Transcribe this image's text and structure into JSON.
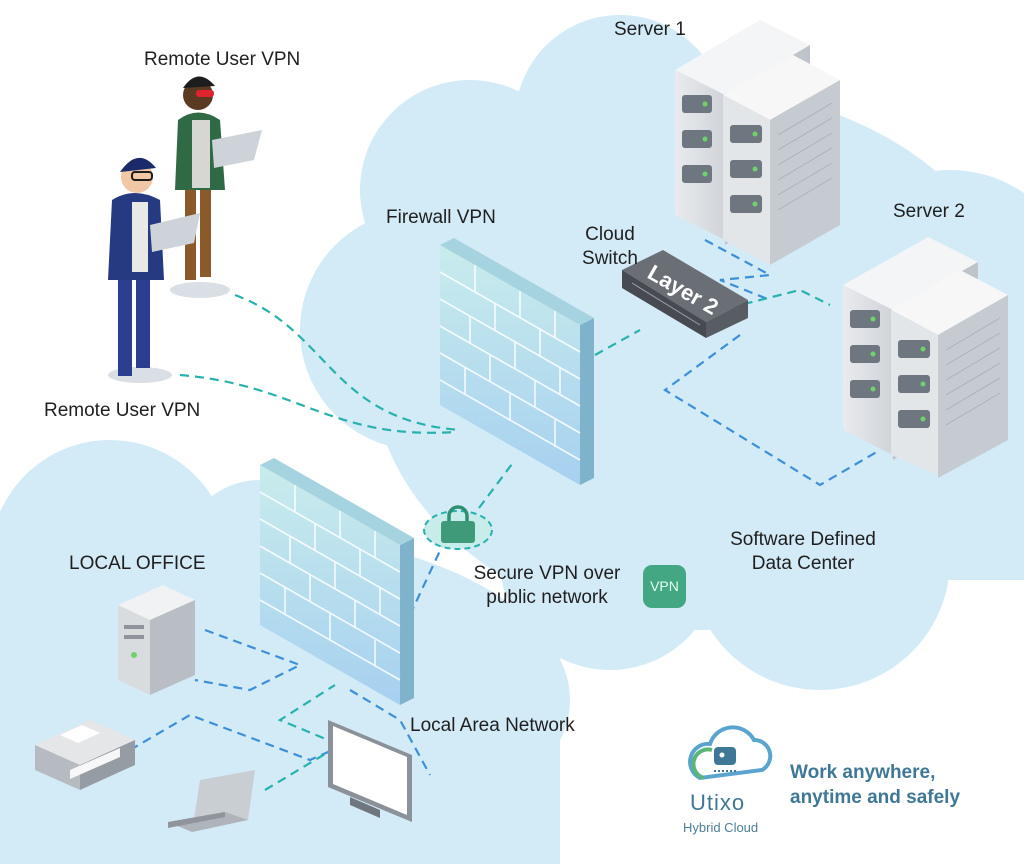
{
  "labels": {
    "server1": "Server 1",
    "server2": "Server 2",
    "remote_user_top": "Remote User VPN",
    "remote_user_bottom": "Remote User VPN",
    "firewall_vpn": "Firewall VPN",
    "cloud_switch_line1": "Cloud",
    "cloud_switch_line2": "Switch",
    "switch_tag": "Layer 2",
    "local_office": "LOCAL OFFICE",
    "secure_vpn_line1": "Secure VPN over",
    "secure_vpn_line2": "public network",
    "vpn_badge": "VPN",
    "sddc_line1": "Software Defined",
    "sddc_line2": "Data Center",
    "lan": "Local Area Network"
  },
  "brand": {
    "name": "Utixo",
    "subtitle": "Hybrid Cloud",
    "tagline_line1": "Work anywhere,",
    "tagline_line2": "anytime and safely"
  },
  "colors": {
    "cloud": "#d3ebf7",
    "link_teal": "#27b2ae",
    "link_blue": "#3d8fd8",
    "brand_text": "#3f7896",
    "vpn_green": "#43a784"
  }
}
